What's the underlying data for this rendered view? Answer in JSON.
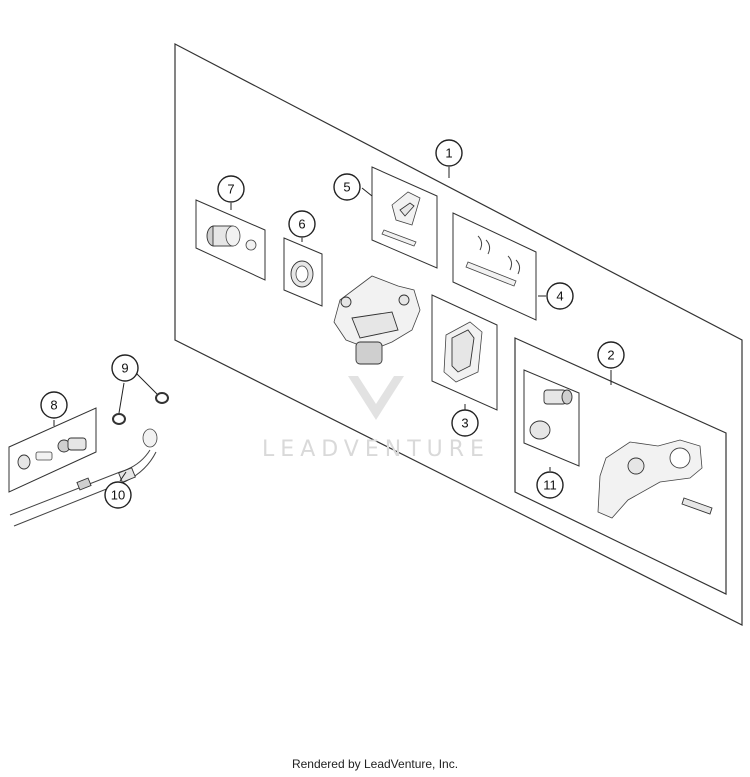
{
  "diagram": {
    "callouts": [
      "1",
      "2",
      "3",
      "4",
      "5",
      "6",
      "7",
      "8",
      "9",
      "10",
      "11"
    ]
  },
  "watermark": {
    "text": "LEADVENTURE"
  },
  "footer": {
    "text": "Rendered by LeadVenture, Inc."
  }
}
